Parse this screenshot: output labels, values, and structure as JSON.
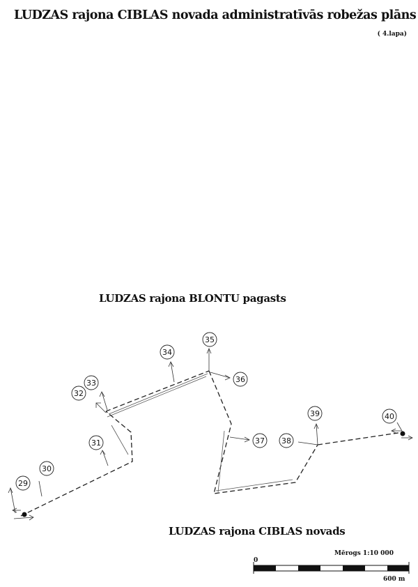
{
  "header": {
    "title": "LUDZAS rajona CIBLAS novada administratīvās robežas plāns",
    "sheet": "( 4.lapa)"
  },
  "regions": {
    "north": "LUDZAS rajona BLONTU pagasts",
    "south": "LUDZAS rajona CIBLAS novads"
  },
  "points": [
    "29",
    "30",
    "31",
    "32",
    "33",
    "34",
    "35",
    "36",
    "37",
    "38",
    "39",
    "40"
  ],
  "scale": {
    "title": "Mērogs 1:10 000",
    "start": "0",
    "end": "600 m"
  }
}
